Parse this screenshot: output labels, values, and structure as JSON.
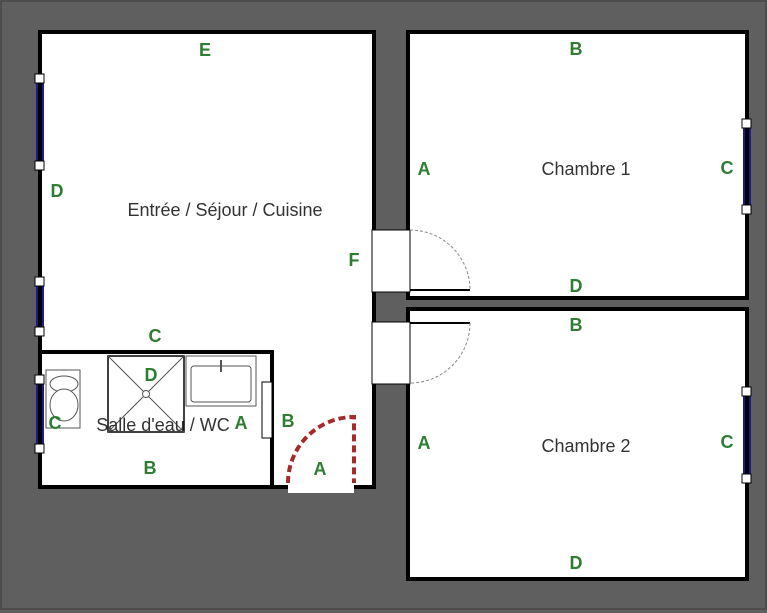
{
  "colors": {
    "background": "#5f5f5f",
    "wall": "#000000",
    "room_fill": "#ffffff",
    "wall_label": "#2e7d32",
    "entrance_door": "#a52a2a",
    "window": "#1a1a8c"
  },
  "rooms": {
    "living": {
      "name": "Entrée / Séjour / Cuisine"
    },
    "bedroom1": {
      "name": "Chambre 1"
    },
    "bedroom2": {
      "name": "Chambre 2"
    },
    "bathroom": {
      "name": "Salle d'eau / WC"
    }
  },
  "wall_labels": {
    "living_top": "E",
    "living_left": "D",
    "living_right": "F",
    "living_bottom": "C",
    "bedroom1_top": "B",
    "bedroom1_left": "A",
    "bedroom1_right": "C",
    "bedroom1_bottom": "D",
    "bedroom2_top": "B",
    "bedroom2_left": "A",
    "bedroom2_right": "C",
    "bedroom2_bottom": "D",
    "bath_top": "D",
    "bath_left": "C",
    "bath_right": "A",
    "bath_bottom": "B",
    "hall_left": "B",
    "hall_bottom": "A"
  },
  "fixtures": [
    "toilet-icon",
    "shower-icon",
    "sink-icon"
  ]
}
